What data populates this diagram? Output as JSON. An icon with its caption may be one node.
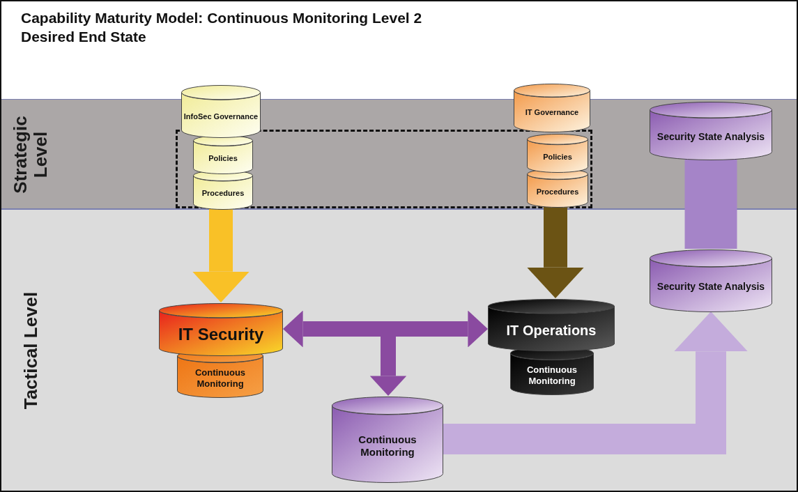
{
  "diagram": {
    "title": "Capability Maturity Model: Continuous Monitoring Level 2 Desired End State",
    "nodes": [
      {
        "text": [
          "Strategic Level"
        ]
      },
      {
        "text": [
          "Tactical Level"
        ]
      },
      {
        "text": [
          "InfoSec Governance"
        ]
      },
      {
        "text": [],
        "shape": "box",
        "in": 0
      },
      {
        "text": [
          "Policies"
        ],
        "in": 3
      },
      {
        "text": [
          "Procedures"
        ],
        "in": 3
      },
      {
        "text": [
          "IT Governance"
        ]
      },
      {
        "text": [
          "Policies"
        ],
        "in": 3
      },
      {
        "text": [
          "Procedures"
        ],
        "in": 3
      },
      {
        "text": [
          "Security State Analysis"
        ],
        "in": 0
      },
      {
        "text": [
          "Security State Analysis"
        ],
        "in": 1
      },
      {
        "text": [
          "IT Security"
        ],
        "in": 1
      },
      {
        "text": [
          "Continuous Monitoring"
        ],
        "in": 1
      },
      {
        "text": [
          "IT Operations"
        ],
        "in": 1
      },
      {
        "text": [
          "Continuous Monitoring"
        ],
        "in": 1
      },
      {
        "text": [
          "Continuous Monitoring"
        ],
        "in": 1
      }
    ],
    "edges": [
      {
        "from": 5,
        "to": 11,
        "arrow": "to",
        "color": "#f9c127"
      },
      {
        "from": 8,
        "to": 13,
        "arrow": "to",
        "color": "#6b5314"
      },
      {
        "from": 11,
        "to": 13,
        "arrow": "both",
        "color": "#8a4aa0"
      },
      {
        "from": null,
        "to": 15,
        "arrow": "to",
        "color": "#8a4aa0"
      },
      {
        "from": 15,
        "to": 10,
        "arrow": "to",
        "color": "#c4acdc"
      },
      {
        "from": 9,
        "to": 10,
        "arrow": "none",
        "style": "thick",
        "color": "#a584c8"
      }
    ]
  }
}
